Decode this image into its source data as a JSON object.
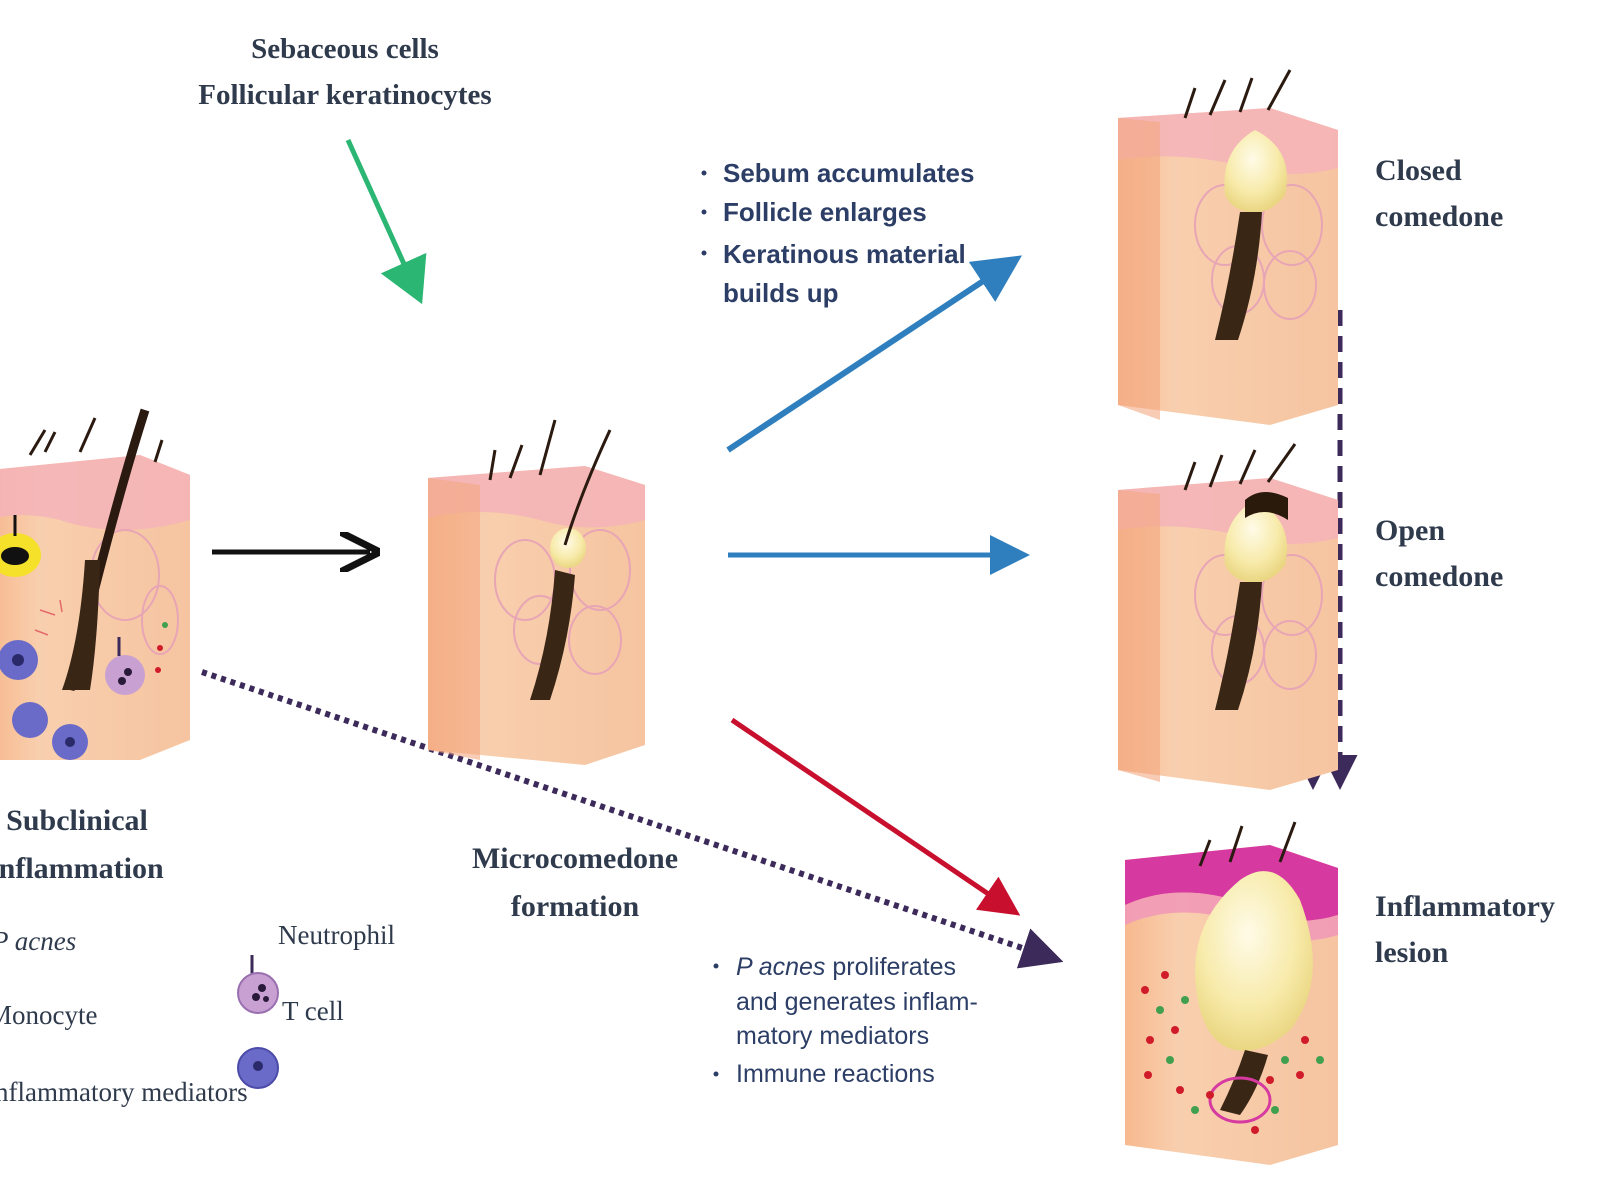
{
  "top_label": {
    "line1": "Sebaceous cells",
    "line2": "Follicular keratinocytes"
  },
  "blue_up_bullets": [
    "Sebum accumulates",
    "Follicle enlarges",
    "Keratinous material",
    "builds up"
  ],
  "red_bullets": {
    "b1_italic": "P acnes",
    "b1_rest": " proliferates",
    "b1_line2": "and generates inflam-",
    "b1_line3": "matory mediators",
    "b2": "Immune reactions"
  },
  "stages": {
    "subclinical": {
      "line1": "Subclinical",
      "line2": "inflammation"
    },
    "microcomedone": {
      "line1": "Microcomedone",
      "line2": "formation"
    },
    "closed": {
      "line1": "Closed",
      "line2": "comedone"
    },
    "open": {
      "line1": "Open",
      "line2": "comedone"
    },
    "inflammatory": {
      "line1": "Inflammatory",
      "line2": "lesion"
    }
  },
  "legend": {
    "pacnes": "P acnes",
    "monocyte": "Monocyte",
    "mediators": "Inflammatory mediators",
    "neutrophil": "Neutrophil",
    "tcell": "T cell"
  },
  "colors": {
    "green_arrow": "#2bb673",
    "blue_arrow": "#2f7fbf",
    "red_arrow": "#c8102e",
    "dark_arrow": "#3b2a5a",
    "skin": "#f6c6a0",
    "skin_top": "#f4a9b0",
    "inflamed": "#d63aa0"
  }
}
